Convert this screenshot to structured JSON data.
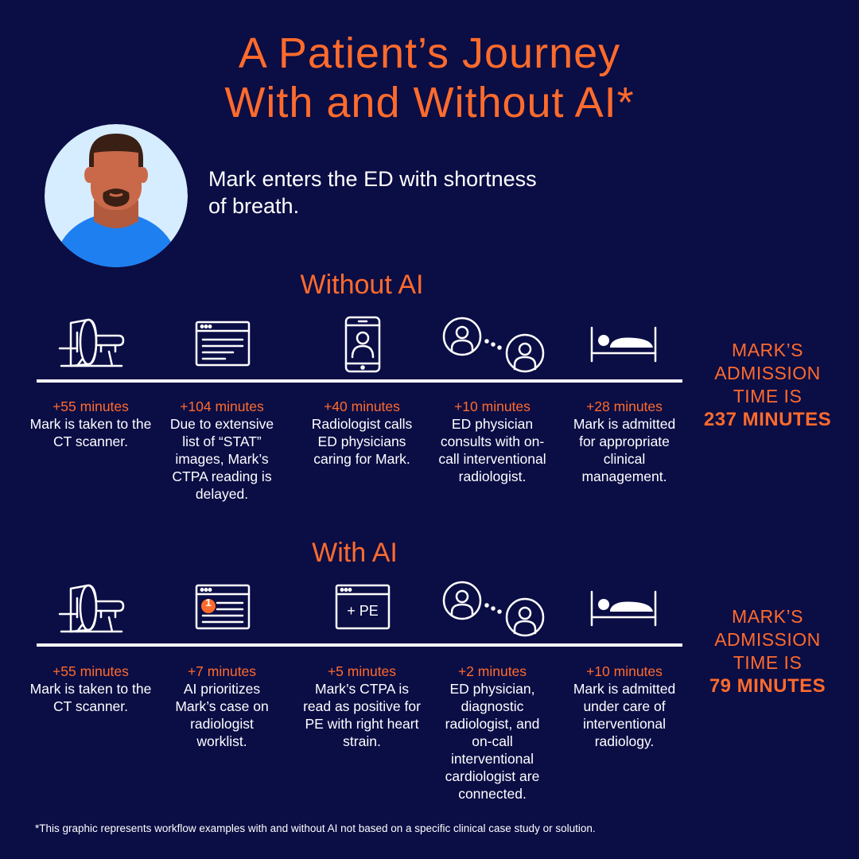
{
  "title_line1": "A Patient’s Journey",
  "title_line2": "With and Without AI*",
  "intro_text": "Mark enters the ED with shortness of breath.",
  "colors": {
    "background": "#0b0d45",
    "accent": "#ff6b2c",
    "avatar_bg": "#d6ecff",
    "shirt": "#1e7ff0",
    "skin": "#c9694a",
    "hair": "#3a1f14"
  },
  "without_ai": {
    "heading": "Without AI",
    "steps": [
      {
        "icon": "ct-scanner-icon",
        "time": "+55 minutes",
        "desc": "Mark is taken to the CT scanner."
      },
      {
        "icon": "worklist-icon",
        "time": "+104 minutes",
        "desc": "Due to extensive list of “STAT” images, Mark’s CTPA reading is delayed."
      },
      {
        "icon": "phone-call-icon",
        "time": "+40 minutes",
        "desc": "Radiologist calls ED physicians caring for Mark."
      },
      {
        "icon": "consult-icon",
        "time": "+10 minutes",
        "desc": "ED physician consults with on-call interventional radiologist."
      },
      {
        "icon": "hospital-bed-icon",
        "time": "+28 minutes",
        "desc": "Mark is admitted for appropriate clinical management."
      }
    ],
    "summary_line1": "MARK’S",
    "summary_line2": "ADMISSION",
    "summary_line3": "TIME IS",
    "summary_total": "237 MINUTES"
  },
  "with_ai": {
    "heading": "With AI",
    "badge": "1",
    "pe_label": "+ PE",
    "steps": [
      {
        "icon": "ct-scanner-icon",
        "time": "+55 minutes",
        "desc": "Mark is taken to the CT scanner."
      },
      {
        "icon": "prioritized-worklist-icon",
        "time": "+7 minutes",
        "desc": "AI prioritizes Mark’s case on radiologist worklist."
      },
      {
        "icon": "pe-positive-icon",
        "time": "+5 minutes",
        "desc": "Mark’s CTPA is read as positive for PE with right heart strain."
      },
      {
        "icon": "consult-icon",
        "time": "+2 minutes",
        "desc": "ED physician, diagnostic radiologist, and on-call interventional cardiologist are connected."
      },
      {
        "icon": "hospital-bed-icon",
        "time": "+10 minutes",
        "desc": "Mark is admitted under care of interventional radiology."
      }
    ],
    "summary_line1": "MARK’S",
    "summary_line2": "ADMISSION",
    "summary_line3": "TIME IS",
    "summary_total": "79 MINUTES"
  },
  "footnote": "*This graphic represents workflow examples with and without AI not based on a specific clinical case study or solution."
}
